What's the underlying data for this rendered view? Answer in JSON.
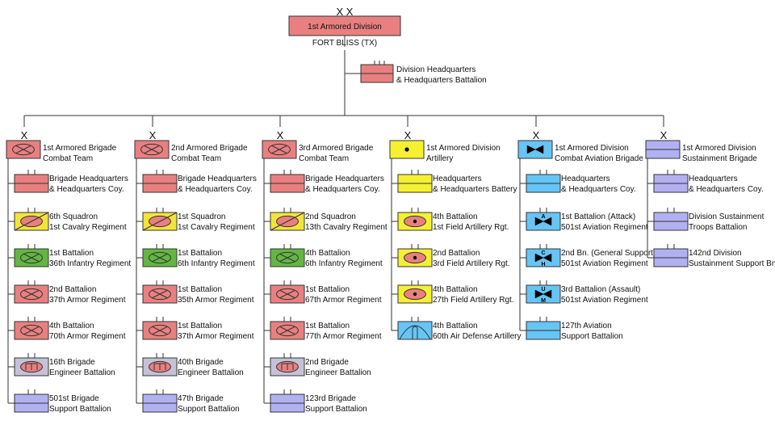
{
  "colors": {
    "armor": "#e98080",
    "cavalry": "#f3e43a",
    "infantry": "#63b642",
    "engineer": "#c3c3d8",
    "support": "#b1b1f2",
    "artillery": "#f5f032",
    "aviation": "#66c5f5",
    "line": "#333333"
  },
  "division": {
    "echelon": "X X",
    "name": "1st Armored Division",
    "location": "FORT BLISS (TX)"
  },
  "division_hq": {
    "line1": "Division Headquarters",
    "line2": "& Headquarters Battalion"
  },
  "brigades": [
    {
      "echelon": "X",
      "color": "armor",
      "symbol": "armor",
      "line1": "1st Armored Brigade",
      "line2": "Combat Team",
      "units": [
        {
          "line1": "Brigade Headquarters",
          "line2": "& Headquarters Coy.",
          "color": "armor",
          "symbol": "hq"
        },
        {
          "line1": "6th Squadron",
          "line2": "1st Cavalry Regiment",
          "color": "cavalry",
          "symbol": "cavalry"
        },
        {
          "line1": "1st Battalion",
          "line2": "36th Infantry Regiment",
          "color": "infantry",
          "symbol": "mech"
        },
        {
          "line1": "2nd Battalion",
          "line2": "37th Armor Regiment",
          "color": "armor",
          "symbol": "mech"
        },
        {
          "line1": "4th Battalion",
          "line2": "70th Armor Regiment",
          "color": "armor",
          "symbol": "mech"
        },
        {
          "line1": "16th Brigade",
          "line2": "Engineer Battalion",
          "color": "engineer",
          "symbol": "engineer"
        },
        {
          "line1": "501st Brigade",
          "line2": "Support Battalion",
          "color": "support",
          "symbol": "hq"
        }
      ]
    },
    {
      "echelon": "X",
      "color": "armor",
      "symbol": "armor",
      "line1": "2nd Armored Brigade",
      "line2": "Combat Team",
      "units": [
        {
          "line1": "Brigade Headquarters",
          "line2": "& Headquarters Coy.",
          "color": "armor",
          "symbol": "hq"
        },
        {
          "line1": "1st Squadron",
          "line2": "1st Cavalry Regiment",
          "color": "cavalry",
          "symbol": "cavalry"
        },
        {
          "line1": "1st Battalion",
          "line2": "6th Infantry Regiment",
          "color": "infantry",
          "symbol": "mech"
        },
        {
          "line1": "1st Battalion",
          "line2": "35th Armor Regiment",
          "color": "armor",
          "symbol": "mech"
        },
        {
          "line1": "1st Battalion",
          "line2": "37th Armor Regiment",
          "color": "armor",
          "symbol": "mech"
        },
        {
          "line1": "40th Brigade",
          "line2": "Engineer Battalion",
          "color": "engineer",
          "symbol": "engineer"
        },
        {
          "line1": "47th Brigade",
          "line2": "Support Battalion",
          "color": "support",
          "symbol": "hq"
        }
      ]
    },
    {
      "echelon": "X",
      "color": "armor",
      "symbol": "armor",
      "line1": "3rd Armored Brigade",
      "line2": "Combat Team",
      "units": [
        {
          "line1": "Brigade Headquarters",
          "line2": "& Headquarters Coy.",
          "color": "armor",
          "symbol": "hq"
        },
        {
          "line1": "2nd Squadron",
          "line2": "13th Cavalry Regiment",
          "color": "cavalry",
          "symbol": "cavalry"
        },
        {
          "line1": "4th Battalion",
          "line2": "6th Infantry Regiment",
          "color": "infantry",
          "symbol": "mech"
        },
        {
          "line1": "1st Battalion",
          "line2": "67th Armor Regiment",
          "color": "armor",
          "symbol": "mech"
        },
        {
          "line1": "1st Battalion",
          "line2": "77th Armor Regiment",
          "color": "armor",
          "symbol": "mech"
        },
        {
          "line1": "2nd Brigade",
          "line2": "Engineer Battalion",
          "color": "engineer",
          "symbol": "engineer"
        },
        {
          "line1": "123rd Brigade",
          "line2": "Support Battalion",
          "color": "support",
          "symbol": "hq"
        }
      ]
    },
    {
      "echelon": "X",
      "color": "artillery",
      "symbol": "artillery",
      "line1": "1st Armored Division",
      "line2": "Artillery",
      "units": [
        {
          "line1": "Headquarters",
          "line2": "& Headquarters Battery",
          "color": "artillery",
          "symbol": "hq"
        },
        {
          "line1": "4th Battalion",
          "line2": "1st Field Artillery Rgt.",
          "color": "artillery",
          "symbol": "spart"
        },
        {
          "line1": "2nd Battalion",
          "line2": "3rd Field Artillery Rgt.",
          "color": "artillery",
          "symbol": "spart"
        },
        {
          "line1": "4th Battalion",
          "line2": "27th Field Artillery Rgt.",
          "color": "artillery",
          "symbol": "spart"
        },
        {
          "line1": "4th Battalion",
          "line2": "60th Air Defense Artillery",
          "color": "aviation",
          "symbol": "ada"
        }
      ]
    },
    {
      "echelon": "X",
      "color": "aviation",
      "symbol": "aviation",
      "line1": "1st Armored Division",
      "line2": "Combat Aviation Brigade",
      "units": [
        {
          "line1": "Headquarters",
          "line2": "& Headquarters Coy.",
          "color": "aviation",
          "symbol": "hq"
        },
        {
          "line1": "1st Battalion (Attack)",
          "line2": "501st Aviation Regiment",
          "color": "aviation",
          "symbol": "aviation",
          "tag": "A"
        },
        {
          "line1": "2nd Bn. (General Support)",
          "line2": "501st Aviation Regiment",
          "color": "aviation",
          "symbol": "aviation",
          "tag": "C H"
        },
        {
          "line1": "3rd Battalion (Assault)",
          "line2": "501st Aviation Regiment",
          "color": "aviation",
          "symbol": "aviation",
          "tag": "U M"
        },
        {
          "line1": "127th Aviation",
          "line2": "Support Battalion",
          "color": "aviation",
          "symbol": "hq"
        }
      ]
    },
    {
      "echelon": "X",
      "color": "support",
      "symbol": "hq",
      "line1": "1st Armored Division",
      "line2": "Sustainment Brigade",
      "units": [
        {
          "line1": "Headquarters",
          "line2": "& Headquarters Coy.",
          "color": "support",
          "symbol": "hq"
        },
        {
          "line1": "Division Sustainment",
          "line2": "Troops Battalion",
          "color": "support",
          "symbol": "hq"
        },
        {
          "line1": "142nd Division",
          "line2": "Sustainment Support Bn.",
          "color": "support",
          "symbol": "hq"
        }
      ]
    }
  ]
}
